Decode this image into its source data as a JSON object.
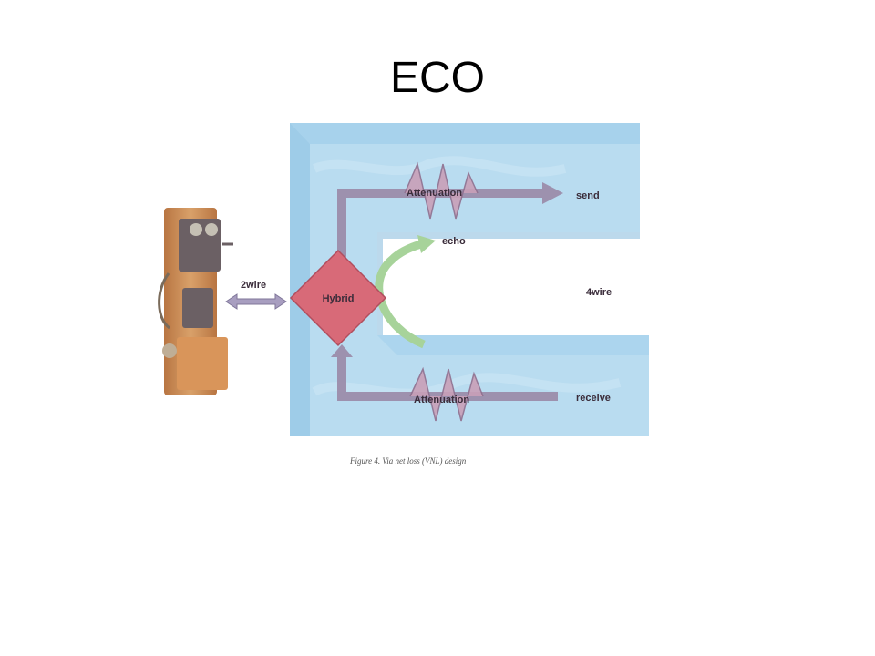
{
  "slide": {
    "title": "ECO"
  },
  "diagram": {
    "labels": {
      "attenuation_top": "Attenuation",
      "attenuation_bottom": "Attenuation",
      "send": "send",
      "echo": "echo",
      "four_wire": "4wire",
      "two_wire": "2wire",
      "hybrid": "Hybrid",
      "receive": "receive"
    },
    "caption": "Figure 4. Via net loss (VNL) design",
    "colors": {
      "channel": "#b9dcf0",
      "channel_dark": "#93c4e4",
      "arrow": "#9a88a6",
      "hybrid": "#d86a78",
      "echo_arrow": "#a7d39a",
      "phone_wood": "#c98a52"
    }
  }
}
